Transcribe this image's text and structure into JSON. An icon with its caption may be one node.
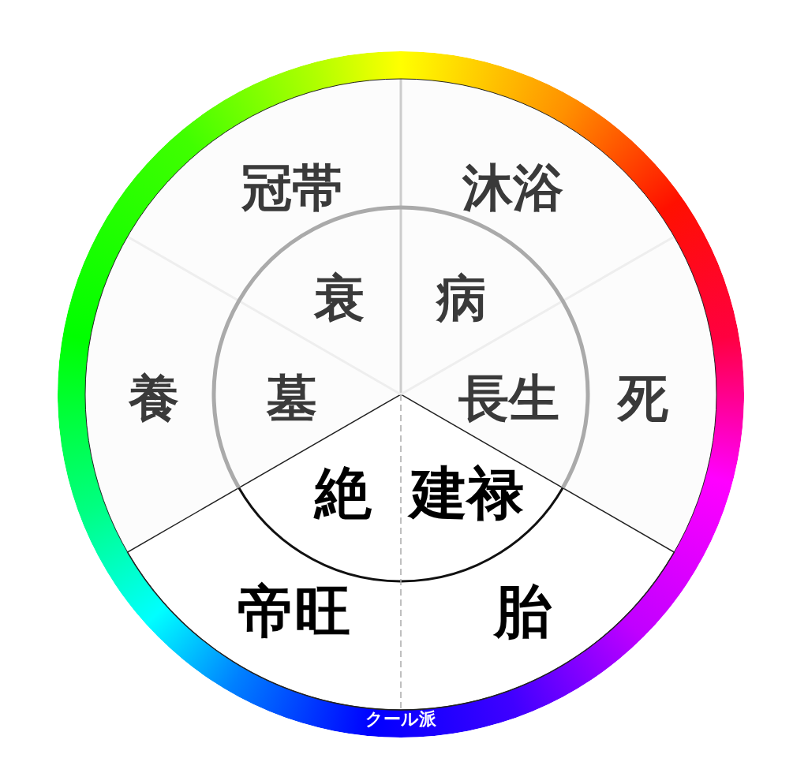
{
  "diagram": {
    "labels": [
      "冠帯",
      "沐浴",
      "衰",
      "病",
      "養",
      "墓",
      "長生",
      "死",
      "絶",
      "建禄",
      "帝旺",
      "胎",
      "クール派"
    ]
  }
}
